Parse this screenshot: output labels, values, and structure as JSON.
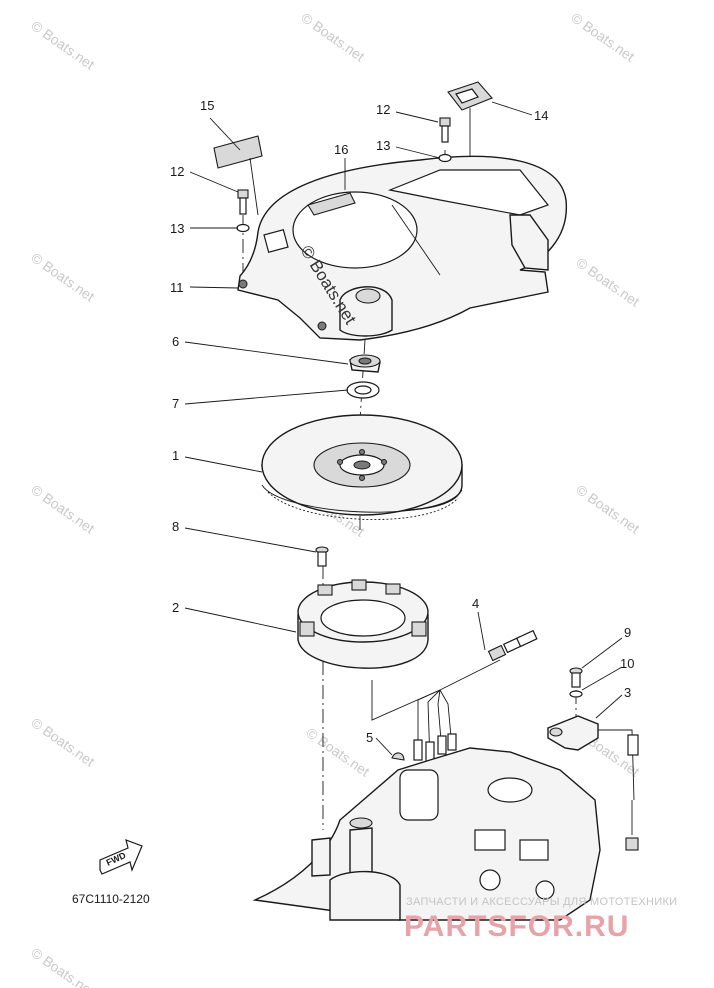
{
  "diagram": {
    "callouts": [
      "15",
      "12",
      "13",
      "11",
      "16",
      "12",
      "13",
      "14",
      "6",
      "7",
      "1",
      "8",
      "2",
      "4",
      "9",
      "10",
      "3",
      "5"
    ],
    "part_code": "67C1110-2120",
    "fwd_label": "FWD",
    "watermark": "© Boats.net",
    "brand_tagline": "ЗАПЧАСТИ И АКСЕССУАРЫ ДЛЯ МОТОТЕХНИКИ",
    "brand_name": "PARTSFOR.RU"
  }
}
